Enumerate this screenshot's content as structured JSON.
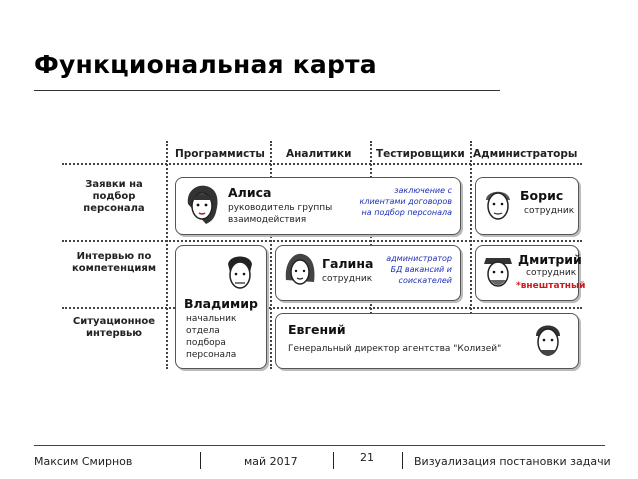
{
  "slide": {
    "title": "Функциональная карта"
  },
  "columns": [
    "Программисты",
    "Аналитики",
    "Тестировщики",
    "Администраторы"
  ],
  "rows": [
    "Заявки на подбор персонала",
    "Интервью по компетенциям",
    "Ситуационное интервью"
  ],
  "cards": {
    "alisa": {
      "name": "Алиса",
      "role_lines": [
        "руководитель группы",
        "взаимодействия"
      ]
    },
    "alisa_note": {
      "lines": [
        "заключение с",
        "клиентами договоров",
        "на подбор персонала"
      ]
    },
    "boris": {
      "name": "Борис",
      "role_lines": [
        "сотрудник"
      ]
    },
    "vladimir": {
      "name": "Владимир",
      "role_lines": [
        "начальник",
        "отдела",
        "подбора",
        "персонала"
      ]
    },
    "galina": {
      "name": "Галина",
      "role_lines": [
        "сотрудник"
      ]
    },
    "galina_note": {
      "lines": [
        "администратор",
        "БД вакансий и",
        "соискателей"
      ]
    },
    "dmitry": {
      "name": "Дмитрий",
      "role_lines": [
        "сотрудник"
      ],
      "tag": "*внештатный"
    },
    "evgeny": {
      "name": "Евгений",
      "role_lines": [
        "Генеральный директор агентства \"Колизей\""
      ]
    }
  },
  "footer": {
    "author": "Максим Смирнов",
    "date": "май 2017",
    "page": "21",
    "topic": "Визуализация постановки задачи"
  }
}
